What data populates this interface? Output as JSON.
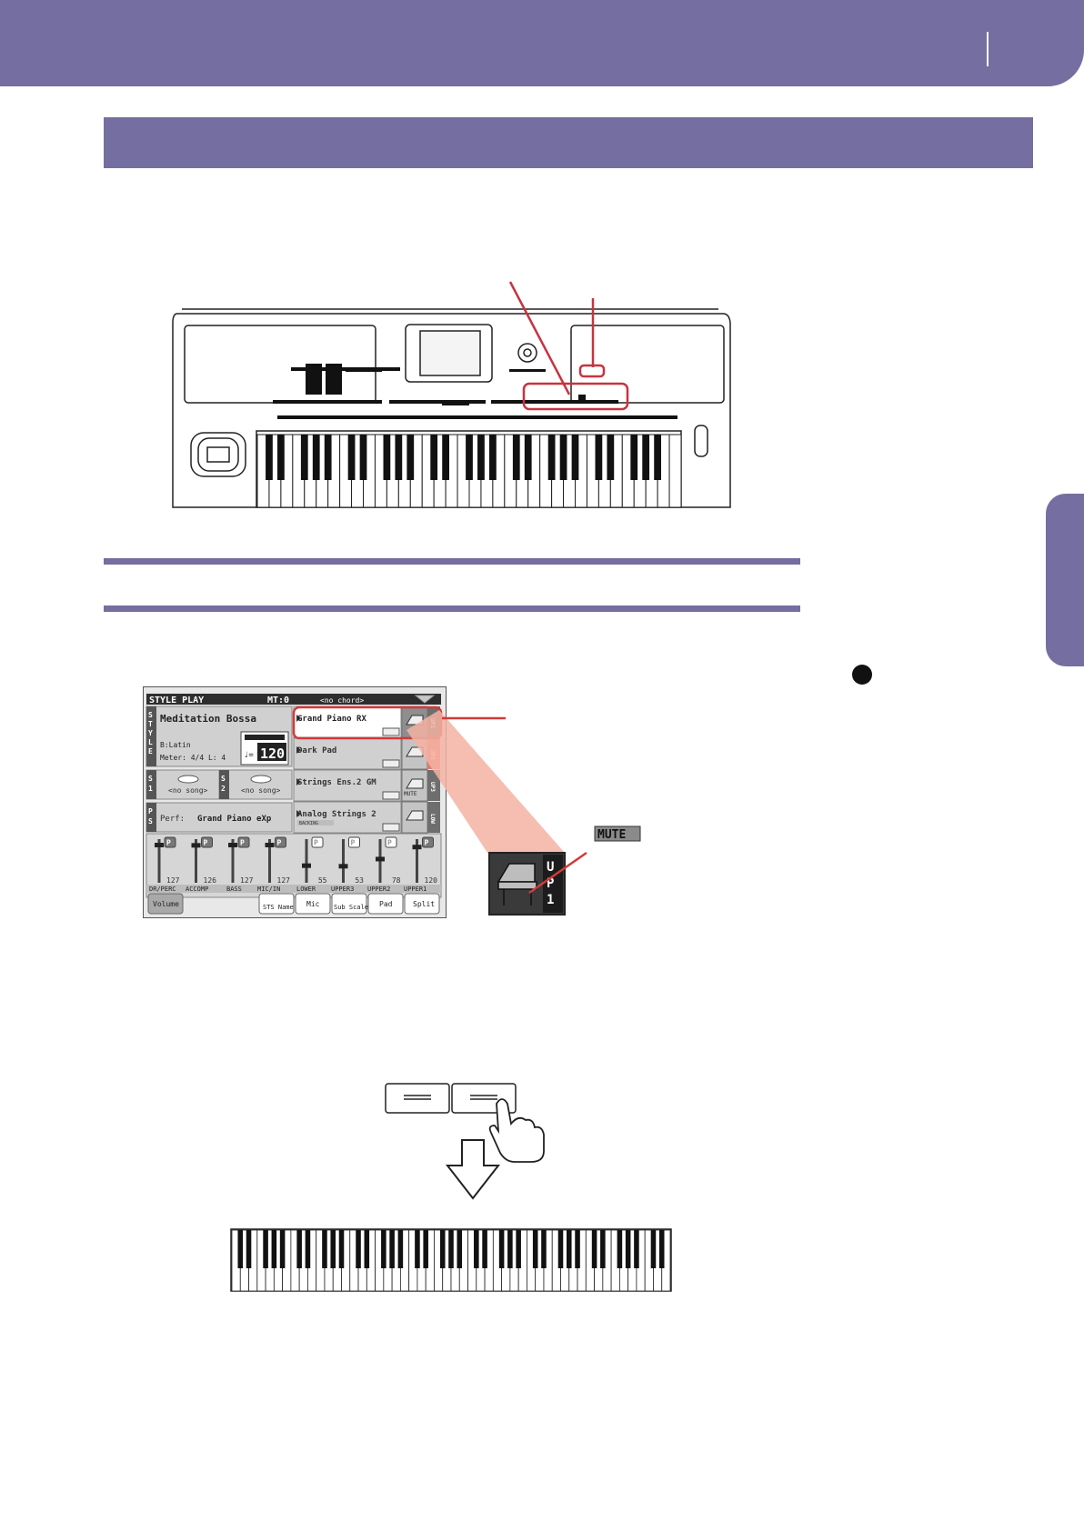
{
  "screen": {
    "title": "STYLE PLAY",
    "mt": "MT:0",
    "chord": "<no chord>",
    "style_side_label": "STYLE",
    "style_name": "Meditation Bossa",
    "style_bank": "B:Latin",
    "meter": "Meter: 4/4  L: 4",
    "tempo": "120",
    "s1_label": "S1",
    "s2_label": "S2",
    "s1_song": "<no song>",
    "s2_song": "<no song>",
    "ps_label": "PS",
    "perf_label": "Perf:",
    "perf_name": "Grand Piano eXp",
    "sounds": [
      "Grand Piano RX",
      "Dark Pad",
      "Strings Ens.2 GM",
      "Analog Strings 2"
    ],
    "backing_badge": "BACKING",
    "slot_tabs": [
      "UP1",
      "UP2",
      "UP3",
      "LOW"
    ],
    "mute_badge": "MUTE",
    "mixer": {
      "channels": [
        {
          "label": "DR/PERC",
          "value": "127"
        },
        {
          "label": "ACCOMP",
          "value": "126"
        },
        {
          "label": "BASS",
          "value": "127"
        },
        {
          "label": "MIC/IN",
          "value": "127"
        },
        {
          "label": "LOWER",
          "value": "55"
        },
        {
          "label": "UPPER3",
          "value": "53"
        },
        {
          "label": "UPPER2",
          "value": "78"
        },
        {
          "label": "UPPER1",
          "value": "120"
        }
      ],
      "buttons": [
        "Volume",
        "STS Name",
        "Mic",
        "Sub Scale",
        "Pad",
        "Split"
      ]
    }
  },
  "zoom": {
    "badge": "MUTE",
    "tab": "UP1"
  },
  "colors": {
    "accent": "#756ea0",
    "highlight": "#d33a3a",
    "zoom_wedge": "#f4b3a3"
  }
}
